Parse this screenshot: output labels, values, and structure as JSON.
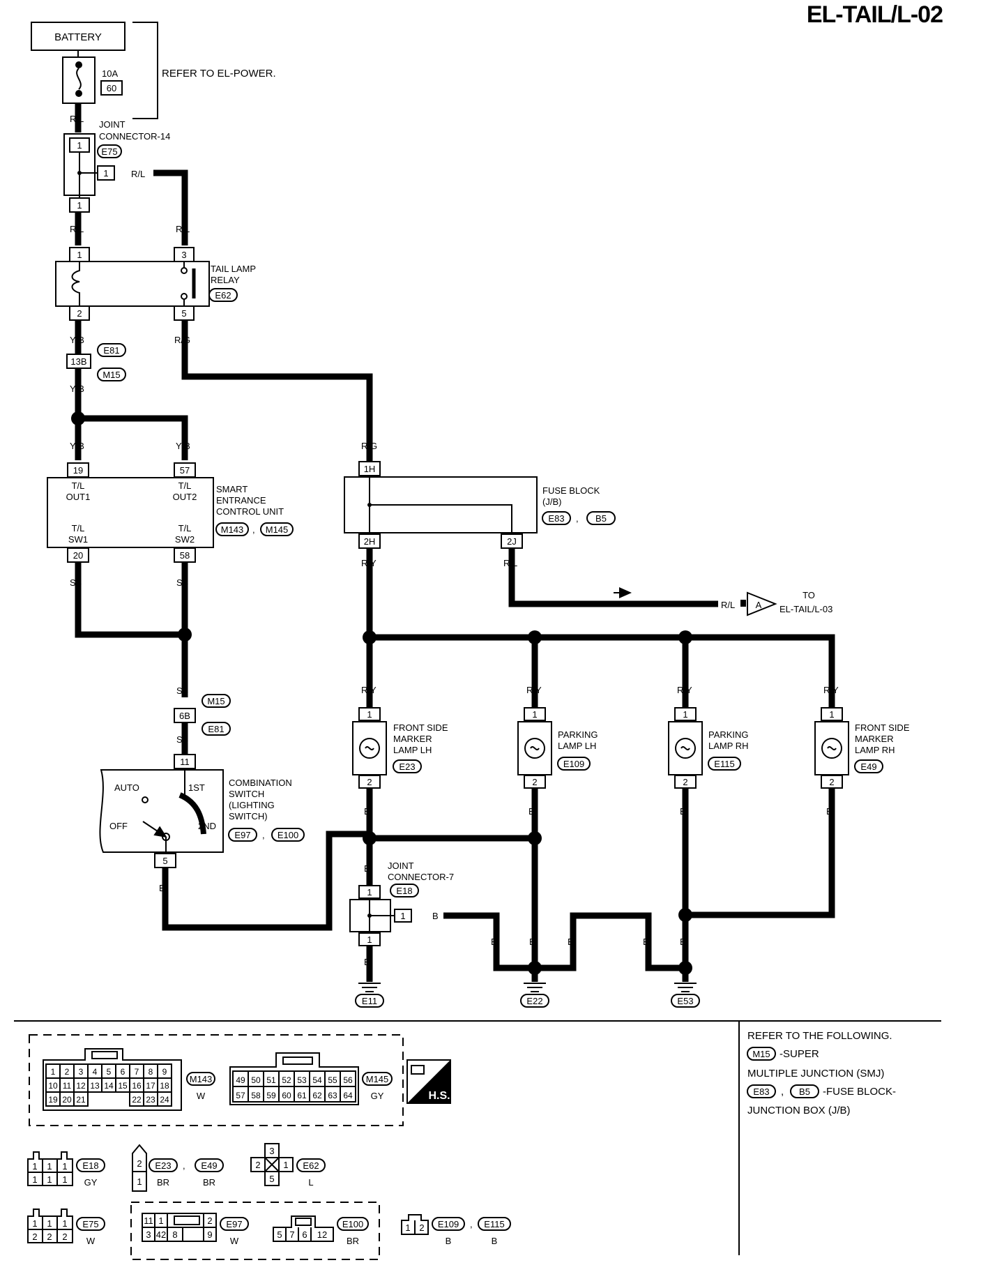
{
  "page": {
    "title": "EL-TAIL/L-02"
  },
  "battery": {
    "label": "BATTERY",
    "fuse_rating": "10A",
    "fuse_no": "60",
    "refer": "REFER TO EL-POWER."
  },
  "wires": {
    "rl": "R/L",
    "yb": "Y/B",
    "rg": "R/G",
    "ry": "R/Y",
    "sb": "SB",
    "b": "B"
  },
  "joint14": {
    "label1": "JOINT",
    "label2": "CONNECTOR-14",
    "conn": "E75",
    "pin1": "1"
  },
  "relay": {
    "label1": "TAIL LAMP",
    "label2": "RELAY",
    "conn": "E62",
    "p1": "1",
    "p2": "2",
    "p3": "3",
    "p5": "5"
  },
  "e81m15": {
    "pin": "13B",
    "c1": "E81",
    "c2": "M15"
  },
  "secu": {
    "label1": "SMART",
    "label2": "ENTRANCE",
    "label3": "CONTROL UNIT",
    "c1": "M143",
    "c2": "M145",
    "p19": "19",
    "p57": "57",
    "p20": "20",
    "p58": "58",
    "out1a": "T/L",
    "out1b": "OUT1",
    "out2a": "T/L",
    "out2b": "OUT2",
    "sw1a": "T/L",
    "sw1b": "SW1",
    "sw2a": "T/L",
    "sw2b": "SW2"
  },
  "fuseblock": {
    "label1": "FUSE BLOCK",
    "label2": "(J/B)",
    "c1": "E83",
    "c2": "B5",
    "p1h": "1H",
    "p2h": "2H",
    "p2j": "2J"
  },
  "arrow_to": {
    "letter": "A",
    "to1": "TO",
    "to2": "EL-TAIL/L-03"
  },
  "sb_conn": {
    "pin": "6B",
    "c1": "M15",
    "c2": "E81"
  },
  "comb": {
    "pin11": "11",
    "pin5": "5",
    "label1": "COMBINATION",
    "label2": "SWITCH",
    "label3": "(LIGHTING",
    "label4": "SWITCH)",
    "c1": "E97",
    "c2": "E100",
    "auto": "AUTO",
    "first": "1ST",
    "off": "OFF",
    "second": "2ND"
  },
  "lamps": [
    {
      "l1": "FRONT SIDE",
      "l2": "MARKER",
      "l3": "LAMP LH",
      "conn": "E23"
    },
    {
      "l1": "PARKING",
      "l2": "LAMP LH",
      "l3": "",
      "conn": "E109"
    },
    {
      "l1": "PARKING",
      "l2": "LAMP RH",
      "l3": "",
      "conn": "E115"
    },
    {
      "l1": "FRONT SIDE",
      "l2": "MARKER",
      "l3": "LAMP RH",
      "conn": "E49"
    }
  ],
  "joint7": {
    "label1": "JOINT",
    "label2": "CONNECTOR-7",
    "conn": "E18"
  },
  "grounds": [
    "E11",
    "E22",
    "E53"
  ],
  "refer_box": {
    "line1": "REFER TO THE FOLLOWING.",
    "m15": "M15",
    "line2": "-SUPER",
    "line3": "MULTIPLE JUNCTION (SMJ)",
    "e83": "E83",
    "b5": "B5",
    "line4": "-FUSE BLOCK-",
    "line5": "JUNCTION BOX (J/B)"
  },
  "legend": {
    "m143": {
      "code": "M143",
      "color": "W",
      "row1": [
        "1",
        "2",
        "3",
        "4",
        "5",
        "6",
        "7",
        "8",
        "9"
      ],
      "row2": [
        "10",
        "11",
        "12",
        "13",
        "14",
        "15",
        "16",
        "17",
        "18"
      ],
      "row3": [
        "19",
        "20",
        "21",
        "22",
        "23",
        "24"
      ]
    },
    "m145": {
      "code": "M145",
      "color": "GY",
      "row1": [
        "49",
        "50",
        "51",
        "52",
        "53",
        "54",
        "55",
        "56"
      ],
      "row2": [
        "57",
        "58",
        "59",
        "60",
        "61",
        "62",
        "63",
        "64"
      ]
    },
    "hs": "H.S.",
    "e18": {
      "code": "E18",
      "color": "GY"
    },
    "e23e49": {
      "c1": "E23",
      "c2": "E49",
      "col1": "BR",
      "col2": "BR",
      "p2": "2",
      "p1": "1"
    },
    "e62": {
      "code": "E62",
      "color": "L",
      "p3": "3",
      "p2": "2",
      "p1": "1",
      "p5": "5"
    },
    "e75": {
      "code": "E75",
      "color": "W"
    },
    "e97": {
      "code": "E97",
      "color": "W",
      "r1": [
        "11",
        "1",
        "2"
      ],
      "r2": [
        "3",
        "42",
        "8",
        "9"
      ]
    },
    "e100": {
      "code": "E100",
      "color": "BR",
      "r": [
        "5",
        "7",
        "6",
        "12"
      ]
    },
    "e109e115": {
      "c1": "E109",
      "c2": "E115",
      "col1": "B",
      "col2": "B",
      "p1": "1",
      "p2": "2"
    },
    "pin_one": "1",
    "pin_two": "2"
  }
}
